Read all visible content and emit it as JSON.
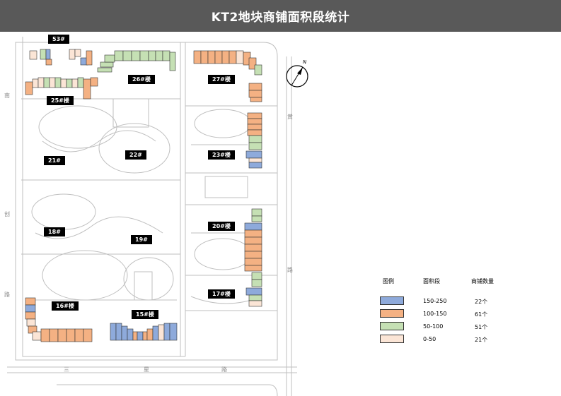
{
  "title": "KT2地块商铺面积段统计",
  "buildings": {
    "b53": "53#",
    "b26": "26#楼",
    "b27": "27#楼",
    "b25": "25#楼",
    "b21": "21#",
    "b22": "22#",
    "b23": "23#楼",
    "b18": "18#",
    "b19": "19#",
    "b20": "20#楼",
    "b17": "17#楼",
    "b16": "16#楼",
    "b15": "15#楼"
  },
  "roads": {
    "left_top": "南",
    "left_mid": "创",
    "left_bottom": "路",
    "right_top": "黄",
    "right_bottom": "路",
    "bottom_left": "三",
    "bottom_mid": "星",
    "bottom_right": "路"
  },
  "compass": {
    "label": "N"
  },
  "legend": {
    "headers": {
      "swatch": "图例",
      "area": "面积段",
      "count": "商铺数量"
    },
    "rows": [
      {
        "range": "150-250",
        "count": "22个",
        "color": "#8eaadb"
      },
      {
        "range": "100-150",
        "count": "61个",
        "color": "#f4b183"
      },
      {
        "range": "50-100",
        "count": "51个",
        "color": "#c5e0b4"
      },
      {
        "range": "0-50",
        "count": "21个",
        "color": "#fbe5d6"
      }
    ]
  },
  "colors": {
    "blue": "#8eaadb",
    "orange": "#f4b183",
    "green": "#c5e0b4",
    "pink": "#fbe5d6",
    "title_bg": "#595959"
  }
}
